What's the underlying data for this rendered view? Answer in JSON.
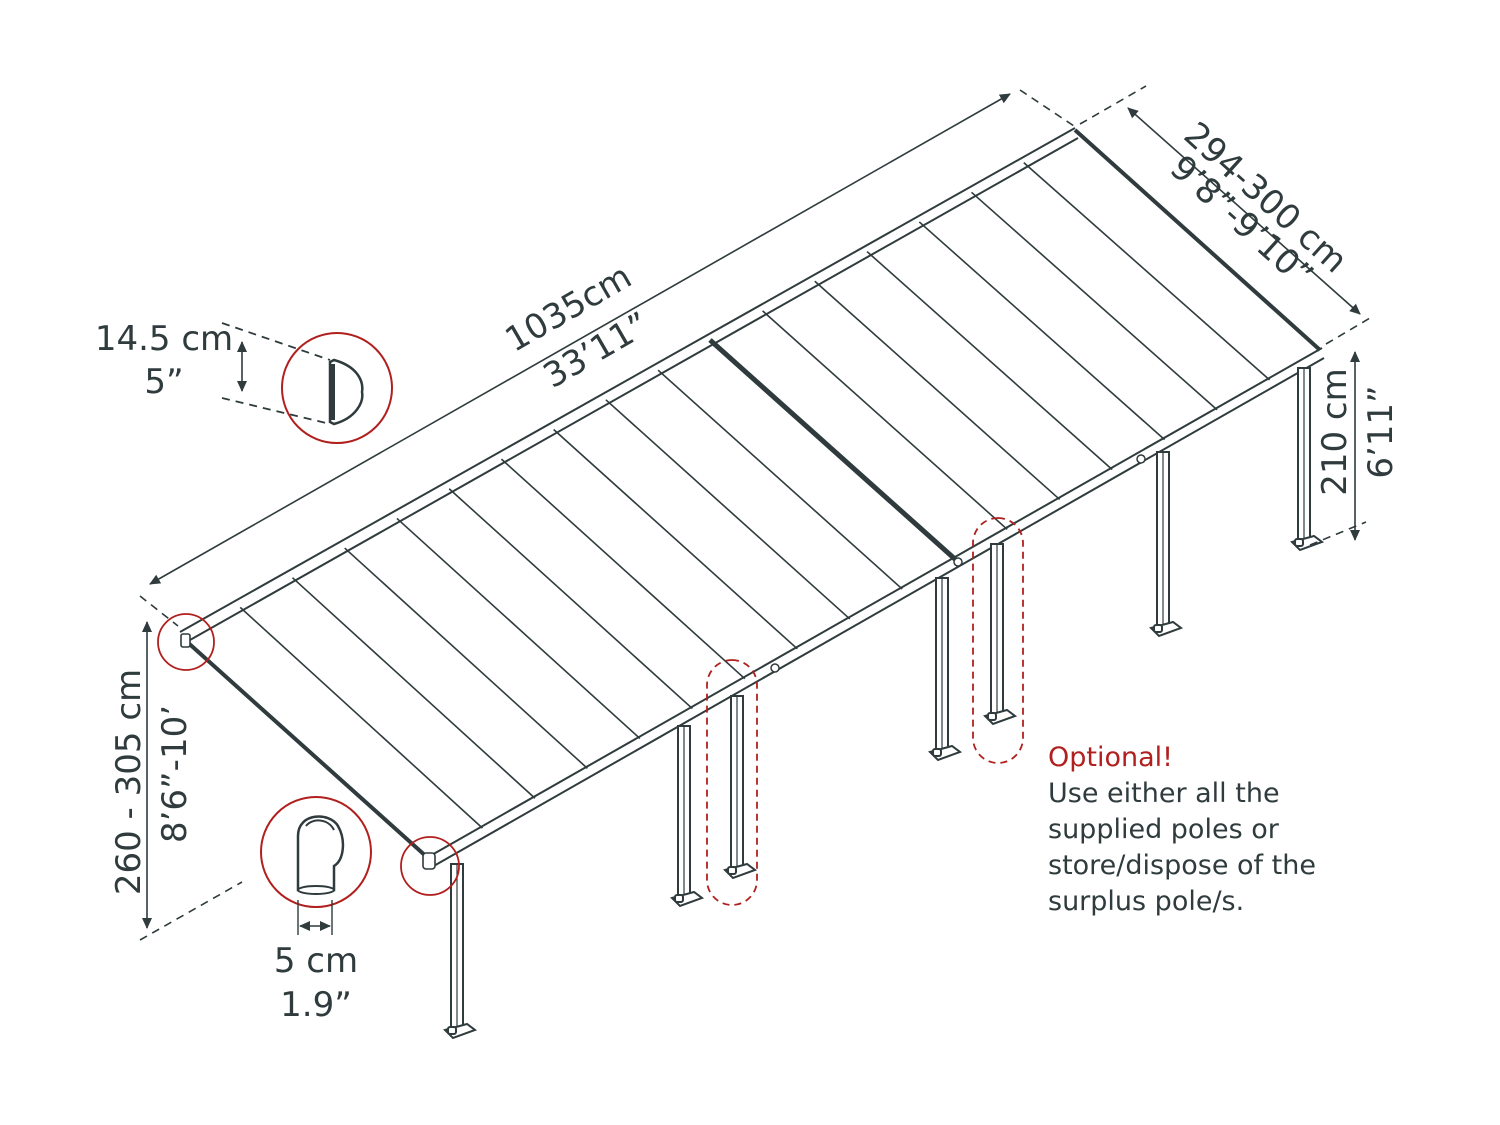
{
  "dimensions": {
    "length_cm": "1035cm",
    "length_ft": "33’11”",
    "width_cm": "294-300 cm",
    "width_ft": "9’8”-9’10”",
    "back_height_cm": "210 cm",
    "back_height_ft": "6’11”",
    "front_height_cm": "260 - 305 cm",
    "front_height_ft": "8’6”-10’",
    "gutter_height_cm": "14.5 cm",
    "gutter_height_in": "5”",
    "pole_width_cm": "5 cm",
    "pole_width_in": "1.9”"
  },
  "note": {
    "heading": "Optional!",
    "lines": [
      "Use either all the",
      "supplied poles or",
      "store/dispose of the",
      "surplus pole/s."
    ]
  },
  "colors": {
    "line": "#2f3b3d",
    "accent": "#b0201e",
    "background": "#ffffff"
  }
}
